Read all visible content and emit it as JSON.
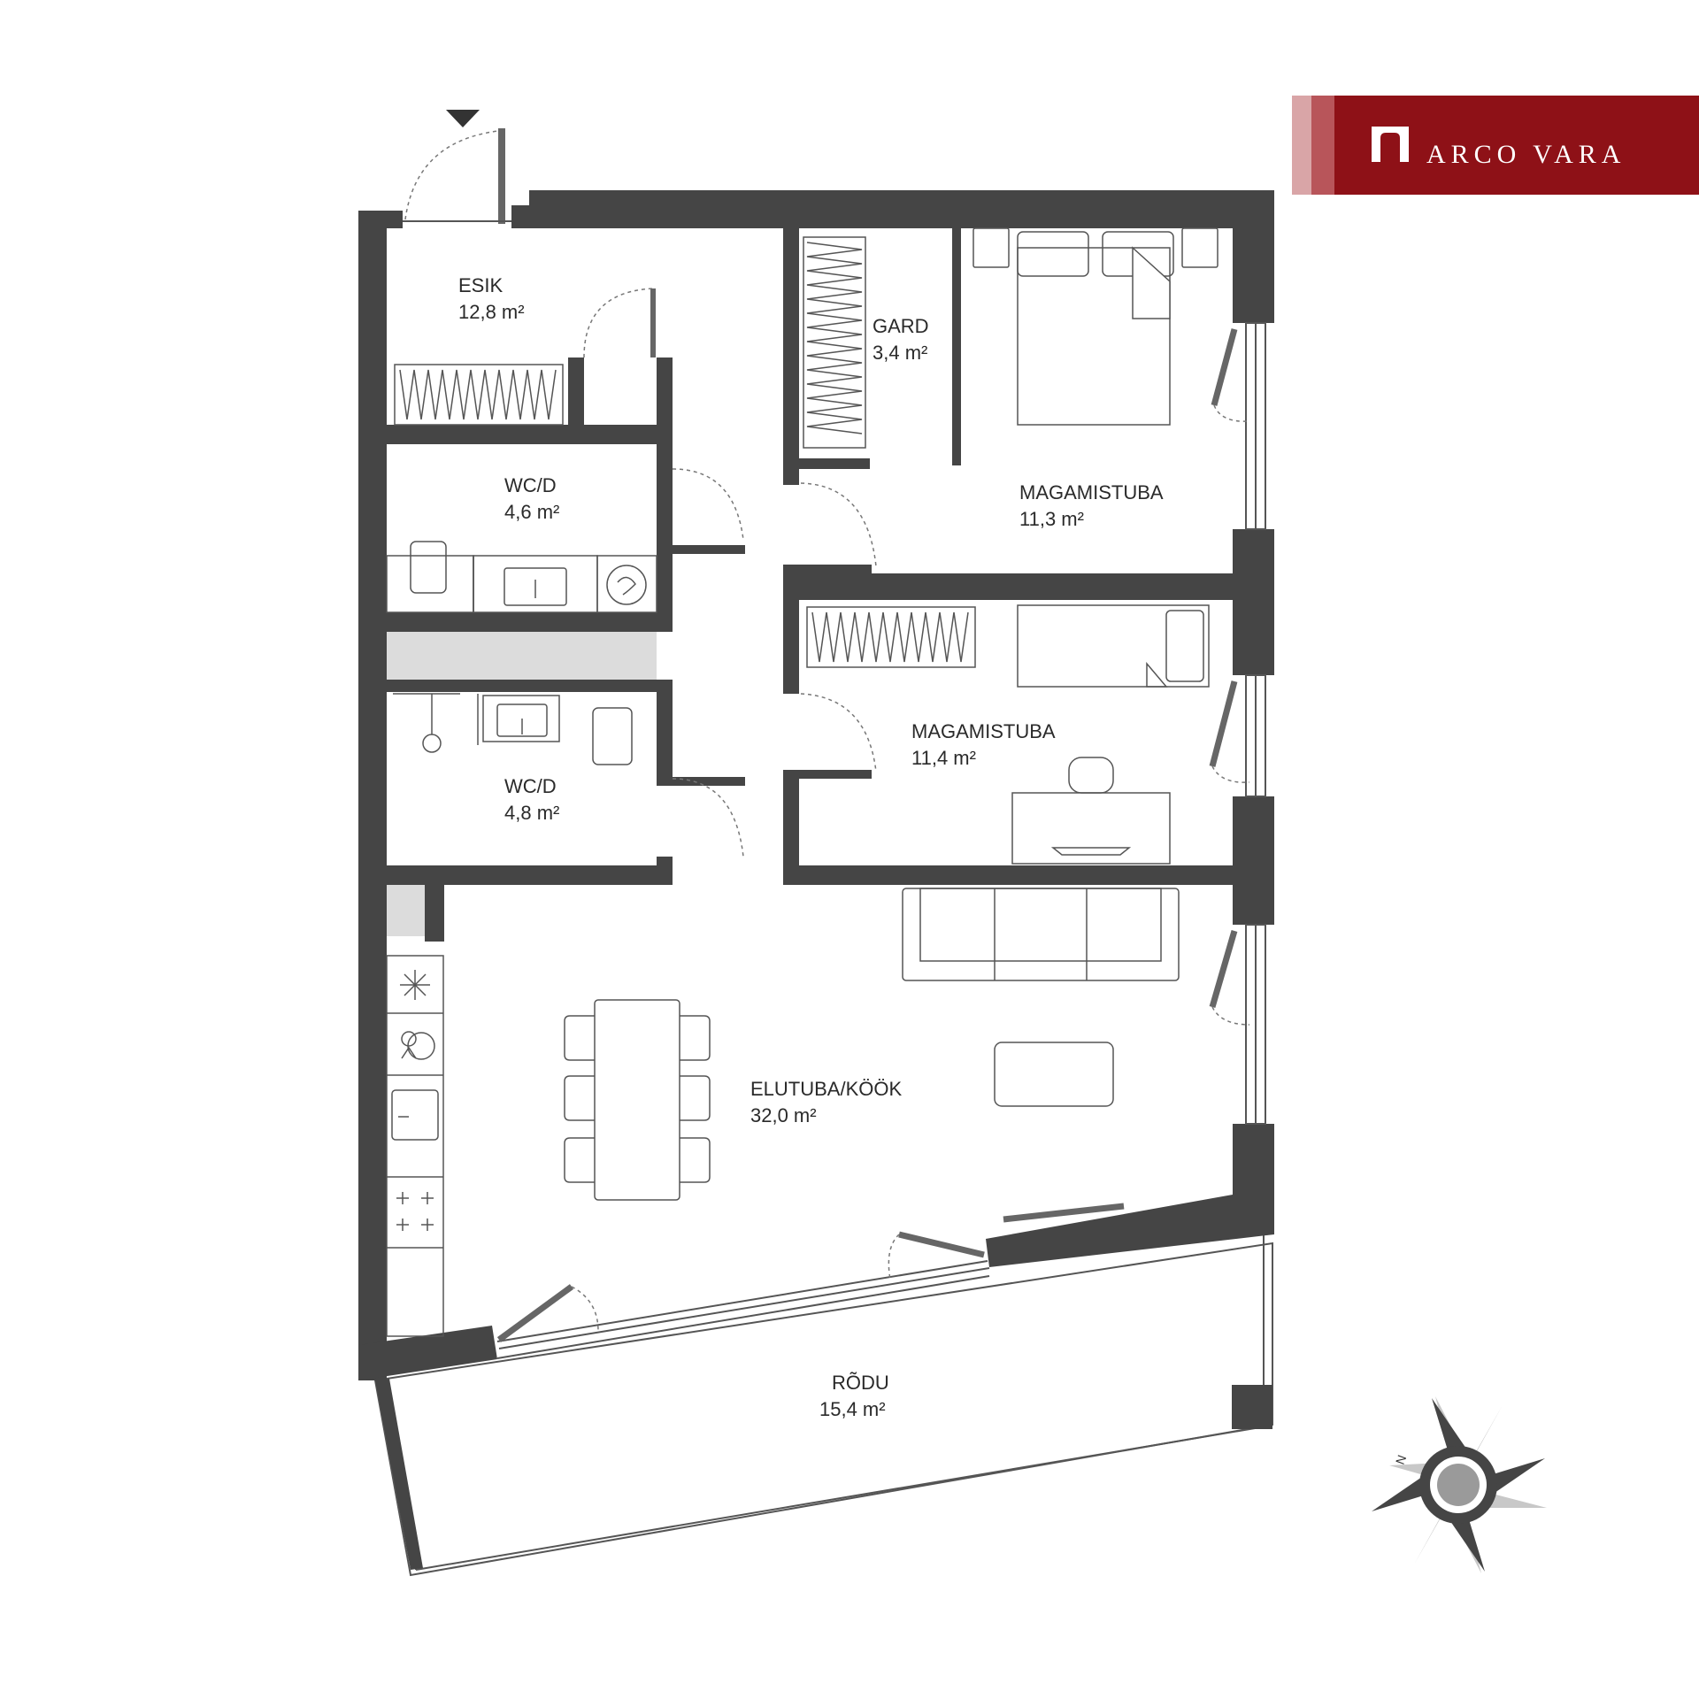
{
  "brand": {
    "name": "ARCO VARA",
    "color": "#8e1117",
    "stripe_light": "#d9a5a7",
    "stripe_mid": "#b8555a"
  },
  "colors": {
    "wall": "#454545",
    "line": "#555555",
    "fill_gray": "#dcdcdc",
    "text": "#2a2a2a"
  },
  "rooms": [
    {
      "id": "esik",
      "name": "ESIK",
      "area": "12,8 m²"
    },
    {
      "id": "gard",
      "name": "GARD",
      "area": "3,4 m²"
    },
    {
      "id": "mag1",
      "name": "MAGAMISTUBA",
      "area": "11,3 m²"
    },
    {
      "id": "wcd1",
      "name": "WC/D",
      "area": "4,6 m²"
    },
    {
      "id": "mag2",
      "name": "MAGAMISTUBA",
      "area": "11,4 m²"
    },
    {
      "id": "wcd2",
      "name": "WC/D",
      "area": "4,8 m²"
    },
    {
      "id": "elu",
      "name": "ELUTUBA/KÖÖK",
      "area": "32,0 m²"
    },
    {
      "id": "rodu",
      "name": "RÕDU",
      "area": "15,4 m²"
    }
  ],
  "compass": {
    "icon": "compass-rose-icon",
    "north_letter": "N"
  },
  "entrance": {
    "icon": "entrance-arrow-icon"
  }
}
